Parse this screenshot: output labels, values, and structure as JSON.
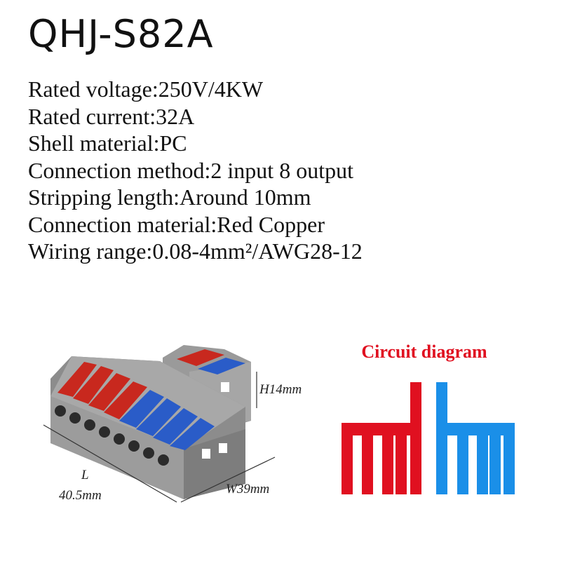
{
  "product": {
    "title": "QHJ-S82A"
  },
  "specs": [
    {
      "label": "Rated voltage:",
      "value": "250V/4KW"
    },
    {
      "label": "Rated current:",
      "value": "32A"
    },
    {
      "label": "Shell material:",
      "value": "PC"
    },
    {
      "label": "Connection method:",
      "value": "2 input 8 output"
    },
    {
      "label": "Stripping length:",
      "value": "Around 10mm"
    },
    {
      "label": "Connection material:",
      "value": "Red Copper"
    },
    {
      "label": "Wiring range:",
      "value": "0.08-4mm²/AWG28-12"
    }
  ],
  "dimensions": {
    "height": "H14mm",
    "length_label": "L",
    "length_value": "40.5mm",
    "width": "W39mm"
  },
  "circuit": {
    "title": "Circuit diagram",
    "input_color": "#e01020",
    "output_color": "#1a8fe8"
  },
  "colors": {
    "shell": "#8c8c8c",
    "lever_red": "#c8281e",
    "lever_blue": "#2a5cc8"
  }
}
